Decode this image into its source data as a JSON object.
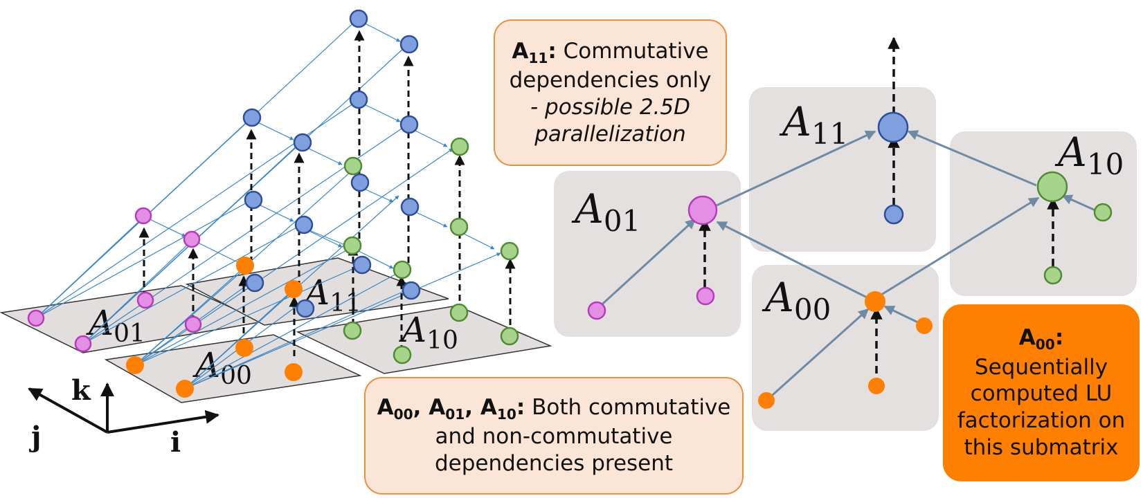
{
  "left_diagram": {
    "plane_labels": [
      {
        "name": "A",
        "sub": "01"
      },
      {
        "name": "A",
        "sub": "11"
      },
      {
        "name": "A",
        "sub": "00"
      },
      {
        "name": "A",
        "sub": "10"
      }
    ],
    "axes": {
      "k": "k",
      "j": "j",
      "i": "i"
    }
  },
  "right_diagram": {
    "block_labels": [
      {
        "name": "A",
        "sub": "11"
      },
      {
        "name": "A",
        "sub": "01"
      },
      {
        "name": "A",
        "sub": "10"
      },
      {
        "name": "A",
        "sub": "00"
      }
    ]
  },
  "notes": {
    "a11": {
      "bold_prefix": "A",
      "bold_sub": "11",
      "bold_suffix": ":",
      "line1_rest": " Commutative",
      "line2": "dependencies only",
      "line3": "- possible 2.5D",
      "line4": "parallelization"
    },
    "mixed": {
      "parts": [
        {
          "name": "A",
          "sub": "00",
          "sep": ", "
        },
        {
          "name": "A",
          "sub": "01",
          "sep": ", "
        },
        {
          "name": "A",
          "sub": "10",
          "sep": ":"
        }
      ],
      "line1_rest": " Both commutative",
      "line2": "and non-commutative",
      "line3": "dependencies present"
    },
    "a00": {
      "bold_prefix": "A",
      "bold_sub": "00",
      "bold_suffix": ":",
      "line2": "Sequentially",
      "line3": "computed LU",
      "line4": "factorization on",
      "line5": "this submatrix"
    }
  },
  "colors": {
    "pink": "#e58ee6",
    "pink_stroke": "#b43cb4",
    "blue": "#7f9fde",
    "blue_stroke": "#2e4f96",
    "green": "#a6d48b",
    "green_stroke": "#4f8a35",
    "orange": "#ff7f00",
    "edge_left": "#3a86c4",
    "edge_right": "#6e8aa4",
    "plane": "#e2dedd",
    "block": "#e3e0df"
  }
}
